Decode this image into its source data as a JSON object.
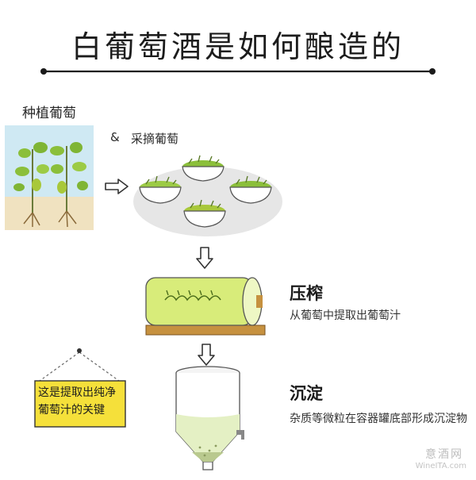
{
  "title": "白葡萄酒是如何酿造的",
  "steps": {
    "planting": {
      "label": "种植葡萄"
    },
    "picking": {
      "connector": "&",
      "label": "采摘葡萄"
    },
    "pressing": {
      "title": "压榨",
      "description": "从葡萄中提取出葡萄汁"
    },
    "settling": {
      "title": "沉淀",
      "description": "杂质等微粒在容器罐底部形成沉淀物"
    }
  },
  "sign": {
    "text": "这是提取出纯净葡萄汁的关键"
  },
  "watermark": {
    "cn": "意酒网",
    "en": "WineITA.com"
  },
  "colors": {
    "grape_green": "#a8c83a",
    "leaf_green": "#8bbf3a",
    "sky_blue": "#cfe9f3",
    "soil_tan": "#f0e2c0",
    "press_wood": "#c6913f",
    "sign_yellow": "#f5e03a",
    "tray_gray": "#e6e6e6"
  }
}
